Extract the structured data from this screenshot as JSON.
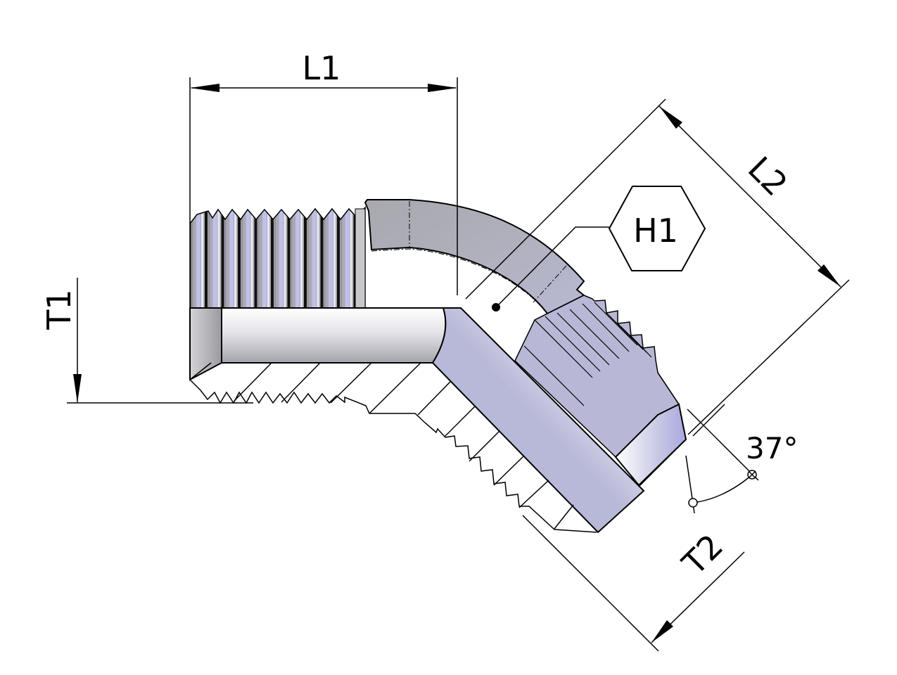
{
  "drawing": {
    "subject": "45° elbow fitting, male pipe thread to 37° flare male",
    "dimensions": {
      "L1": "L1",
      "L2": "L2",
      "T1": "T1",
      "T2": "T2",
      "H1": "H1",
      "flare_angle": "37°"
    },
    "colors": {
      "line": "#000000",
      "metal_light": "#f2f2f6",
      "metal_mid": "#bdbdd0",
      "metal_dark": "#9a9aa4",
      "thread_blue": "#b4b4e0",
      "background": "#ffffff"
    }
  }
}
